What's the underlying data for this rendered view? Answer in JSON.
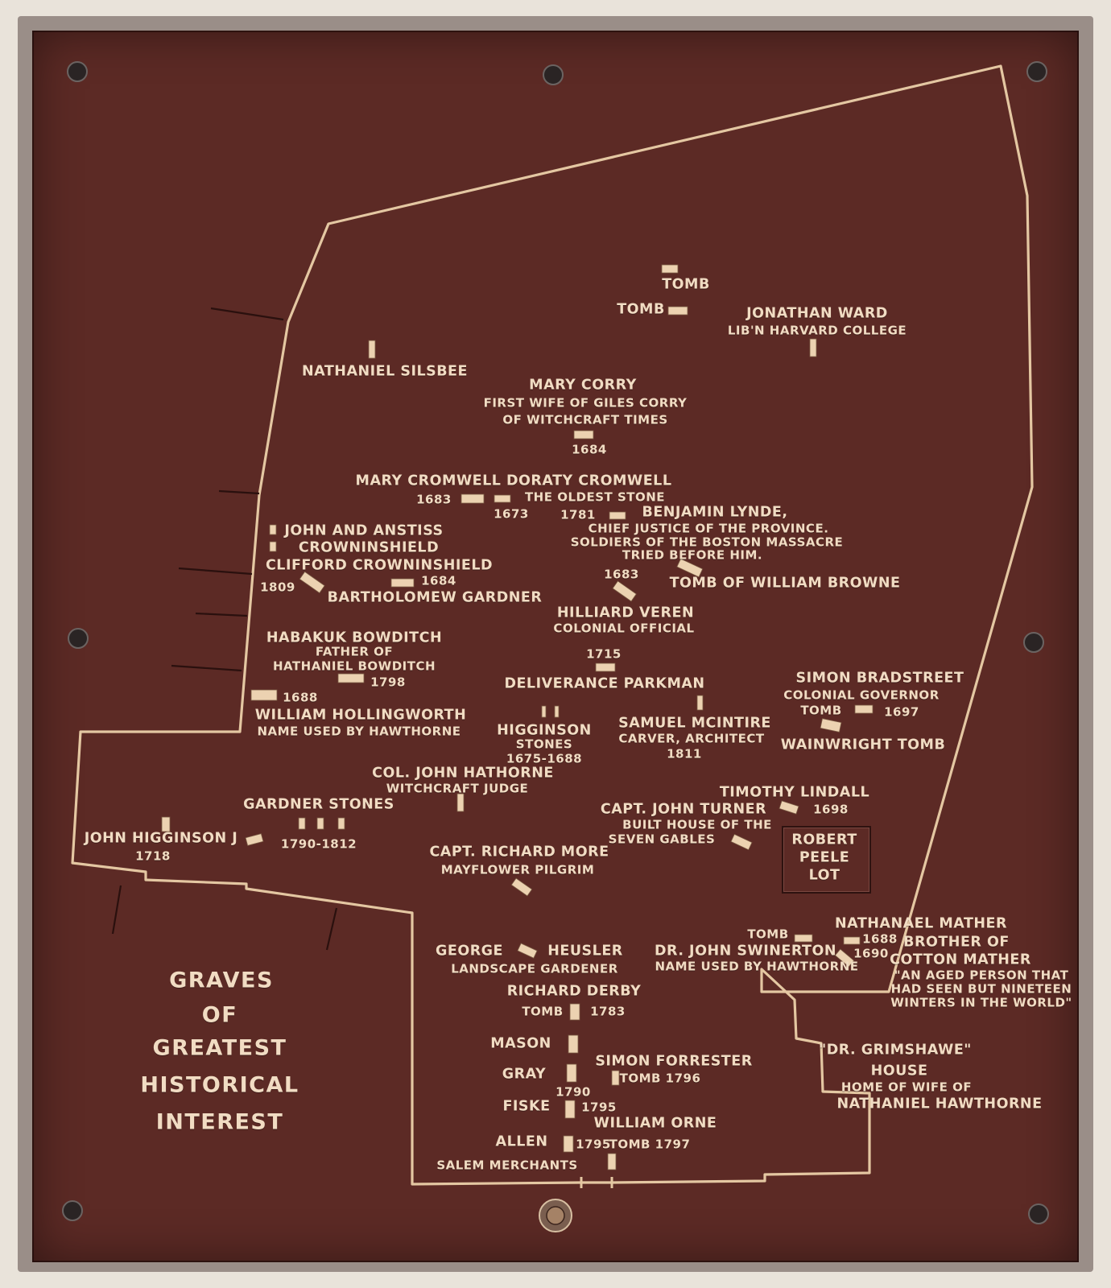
{
  "title": [
    "GRAVES",
    "OF",
    "GREATEST",
    "HISTORICAL",
    "INTEREST"
  ],
  "colors": {
    "plaque": "#5c2a25",
    "raised_metal": "#f1dcc3",
    "frame": "#9a8e88"
  },
  "labels": {
    "tomb_north": "TOMB",
    "tomb_north2": "TOMB",
    "ward_name": "JONATHAN WARD",
    "ward_desc": "LIB'N HARVARD COLLEGE",
    "silsbee": "NATHANIEL SILSBEE",
    "corry_name": "MARY CORRY",
    "corry_desc1": "FIRST WIFE OF GILES CORRY",
    "corry_desc2": "OF WITCHCRAFT TIMES",
    "corry_year": "1684",
    "cromwell_names": "MARY CROMWELL DORATY CROMWELL",
    "cromwell_1683": "1683",
    "cromwell_oldest": "THE OLDEST STONE",
    "cromwell_1673": "1673",
    "lynde_1781": "1781",
    "lynde_name": "BENJAMIN LYNDE,",
    "lynde_desc1": "CHIEF JUSTICE OF THE PROVINCE.",
    "lynde_desc2": "SOLDIERS OF THE BOSTON MASSACRE",
    "lynde_desc3": "TRIED BEFORE HIM.",
    "crown_1": "JOHN AND ANSTISS",
    "crown_2": "CROWNINSHIELD",
    "clifford": "CLIFFORD CROWNINSHIELD",
    "clifford_1684": "1684",
    "clifford_1809": "1809",
    "gardner_b": "BARTHOLOMEW GARDNER",
    "browne_1683": "1683",
    "browne": "TOMB OF WILLIAM BROWNE",
    "veren_name": "HILLIARD VEREN",
    "veren_desc": "COLONIAL OFFICIAL",
    "veren_year": "1715",
    "bowditch_name": "HABAKUK BOWDITCH",
    "bowditch_desc1": "FATHER OF",
    "bowditch_desc2": "HATHANIEL BOWDITCH",
    "bowditch_year": "1798",
    "hollingworth_year": "1688",
    "hollingworth_name": "WILLIAM HOLLINGWORTH",
    "hollingworth_desc": "NAME USED BY HAWTHORNE",
    "parkman": "DELIVERANCE PARKMAN",
    "bradstreet_name": "SIMON BRADSTREET",
    "bradstreet_desc": "COLONIAL GOVERNOR",
    "bradstreet_tomb": "TOMB",
    "bradstreet_year": "1697",
    "higginson_1": "HIGGINSON",
    "higginson_2": "STONES",
    "higginson_3": "1675-1688",
    "mcintire_name": "SAMUEL MCINTIRE",
    "mcintire_desc": "CARVER, ARCHITECT",
    "mcintire_year": "1811",
    "wainwright": "WAINWRIGHT TOMB",
    "hathorne_name": "COL. JOHN HATHORNE",
    "hathorne_desc": "WITCHCRAFT JUDGE",
    "lindall_name": "TIMOTHY LINDALL",
    "lindall_year": "1698",
    "gardner_stones": "GARDNER STONES",
    "gardner_years": "1790-1812",
    "turner_name": "CAPT. JOHN TURNER",
    "turner_desc1": "BUILT HOUSE OF THE",
    "turner_desc2": "SEVEN GABLES",
    "jhigginson_name": "JOHN HIGGINSON J",
    "jhigginson_year": "1718",
    "peele_1": "ROBERT",
    "peele_2": "PEELE",
    "peele_3": "LOT",
    "more_name": "CAPT. RICHARD MORE",
    "more_desc": "MAYFLOWER PILGRIM",
    "mather_tomb": "TOMB",
    "mather_name": "NATHANAEL MATHER",
    "mather_1688": "1688",
    "mather_brother": "BROTHER OF",
    "mather_1690": "1690",
    "mather_cotton": "COTTON MATHER",
    "mather_q1": "\"AN AGED PERSON THAT",
    "mather_q2": "HAD SEEN BUT NINETEEN",
    "mather_q3": "WINTERS IN THE WORLD\"",
    "heusler_1": "GEORGE",
    "heusler_2": "HEUSLER",
    "heusler_desc": "LANDSCAPE GARDENER",
    "swinerton_name": "DR. JOHN SWINERTON",
    "swinerton_desc": "NAME USED BY HAWTHORNE",
    "derby_name": "RICHARD DERBY",
    "derby_tomb": "TOMB",
    "derby_year": "1783",
    "mason": "MASON",
    "forrester_name": "SIMON FORRESTER",
    "forrester_tomb": "TOMB 1796",
    "gray": "GRAY",
    "gray_year": "1790",
    "fiske": "FISKE",
    "fiske_year": "1795",
    "orne_name": "WILLIAM ORNE",
    "allen": "ALLEN",
    "allen_year": "1795",
    "orne_tomb": "TOMB 1797",
    "salem": "SALEM MERCHANTS",
    "grimshawe_1": "\"DR. GRIMSHAWE\"",
    "grimshawe_2": "HOUSE",
    "grimshawe_3": "HOME OF WIFE OF",
    "grimshawe_4": "NATHANIEL HAWTHORNE"
  }
}
